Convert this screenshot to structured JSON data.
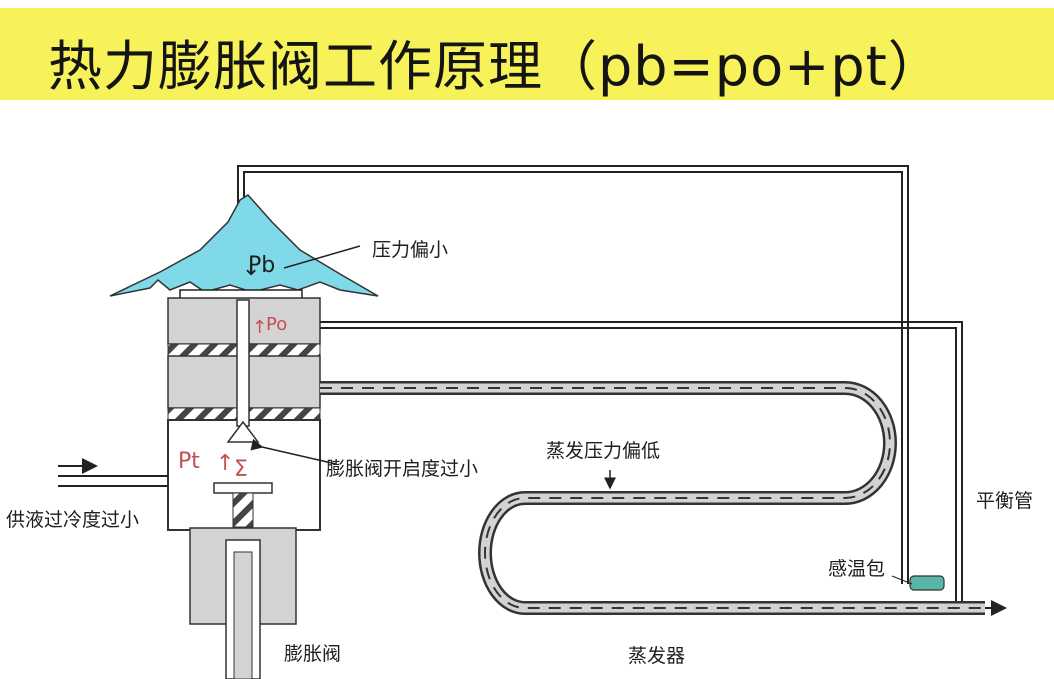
{
  "title": "热力膨胀阀工作原理（pb=po+pt）",
  "symbols": {
    "pb": "Pb",
    "po": "Po",
    "pt": "Pt",
    "spring": "Σ"
  },
  "labels": {
    "pressure_low": "压力偏小",
    "valve_opening_small": "膨胀阀开启度过小",
    "evap_pressure_low": "蒸发压力偏低",
    "subcooling_small": "供液过冷度过小",
    "balance_pipe": "平衡管",
    "sensing_bulb": "感温包",
    "expansion_valve": "膨胀阀",
    "evaporator": "蒸发器"
  },
  "colors": {
    "title_band": "#f7f25a",
    "diaphragm": "#7fd9e8",
    "valve_body": "#d3d3d3",
    "hatch": "#444444",
    "pipe": "#2a2a2a",
    "bulb": "#59b5a8"
  }
}
